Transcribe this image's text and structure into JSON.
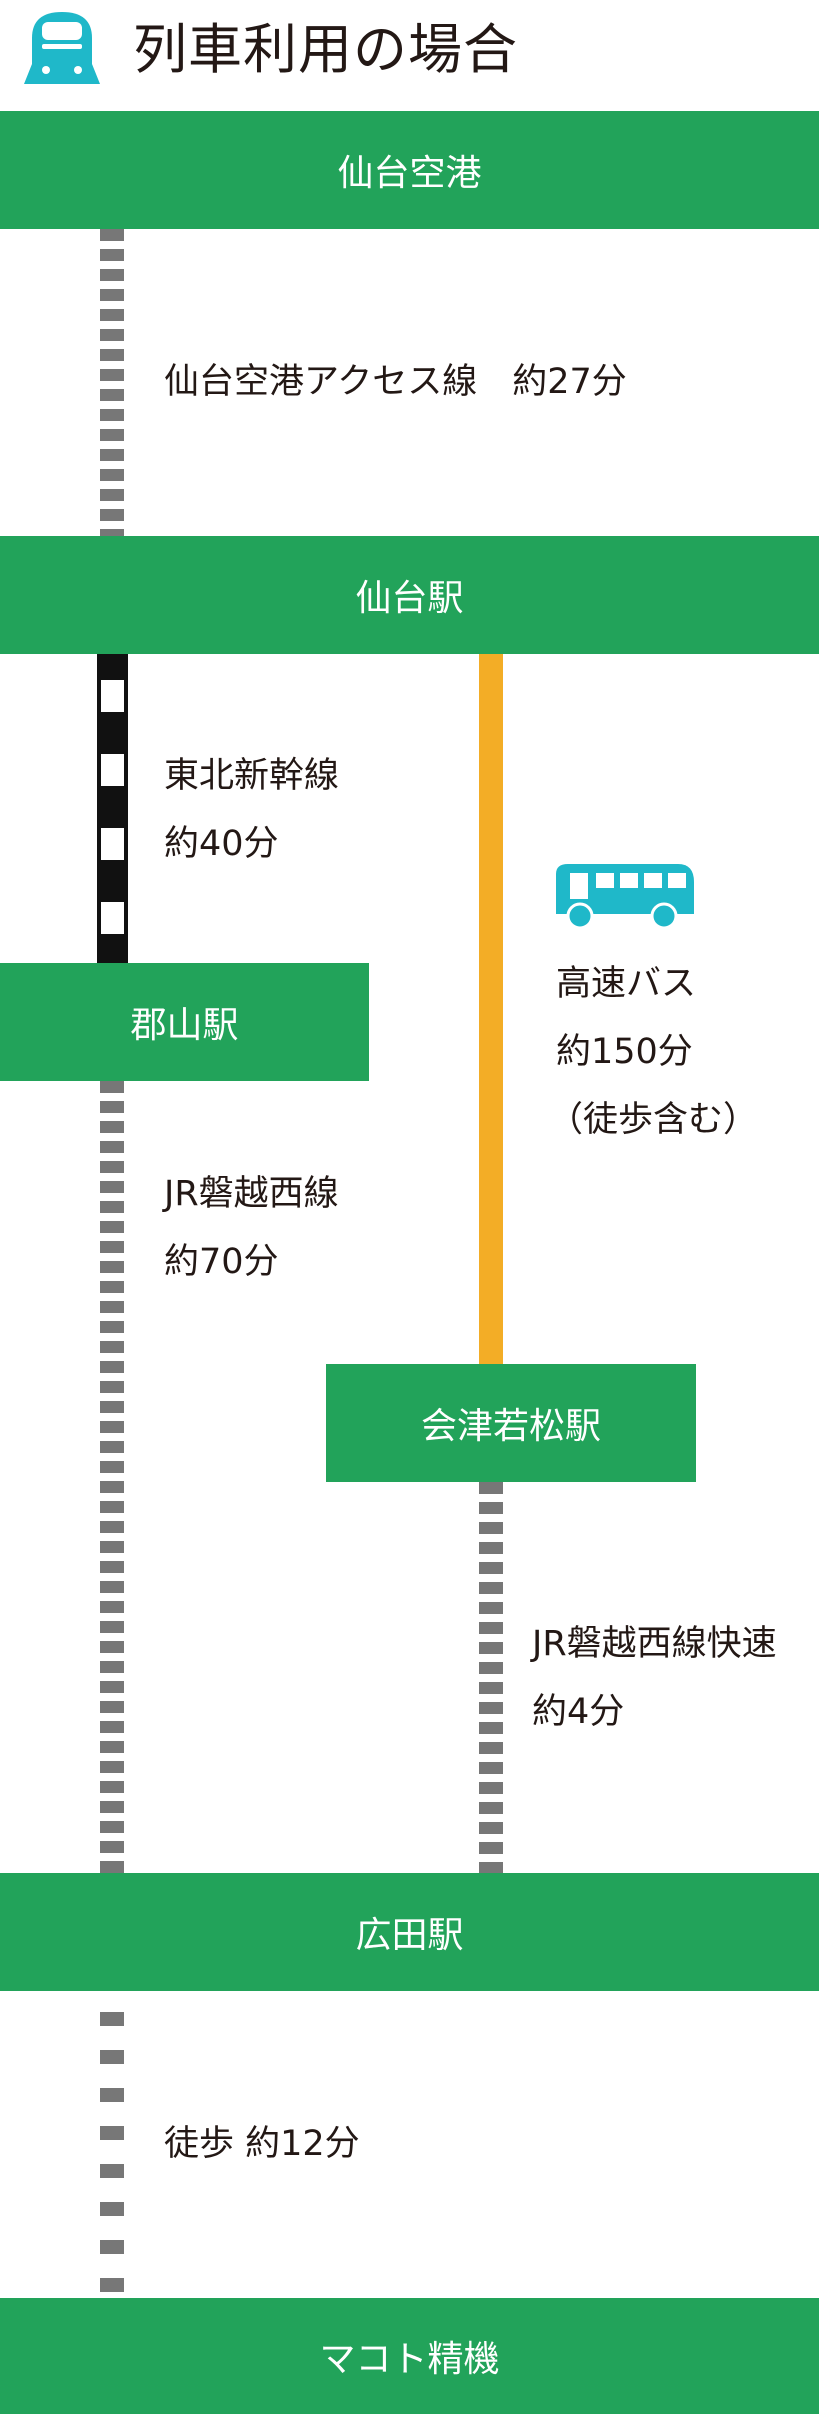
{
  "header": {
    "title": "列車利用の場合",
    "icon": "shinkansen-train-icon"
  },
  "stations": {
    "sendai_airport": "仙台空港",
    "sendai": "仙台駅",
    "koriyama": "郡山駅",
    "aizuwakamatsu": "会津若松駅",
    "hirota": "広田駅",
    "makoto": "マコト精機"
  },
  "routes": {
    "airport_line": "仙台空港アクセス線　約27分",
    "shinkansen_name": "東北新幹線",
    "shinkansen_time": "約40分",
    "bus_name": "高速バス",
    "bus_time": "約150分",
    "bus_note": "（徒歩含む）",
    "banetsu_name": "JR磐越西線",
    "banetsu_time": "約70分",
    "banetsu_rapid_name": "JR磐越西線快速",
    "banetsu_rapid_time": "約4分",
    "walk": "徒歩 約12分"
  },
  "colors": {
    "station_bar": "#22a35a",
    "bus_line": "#f3ad26",
    "icon": "#1fb8c9",
    "dashed_line": "#777777"
  }
}
